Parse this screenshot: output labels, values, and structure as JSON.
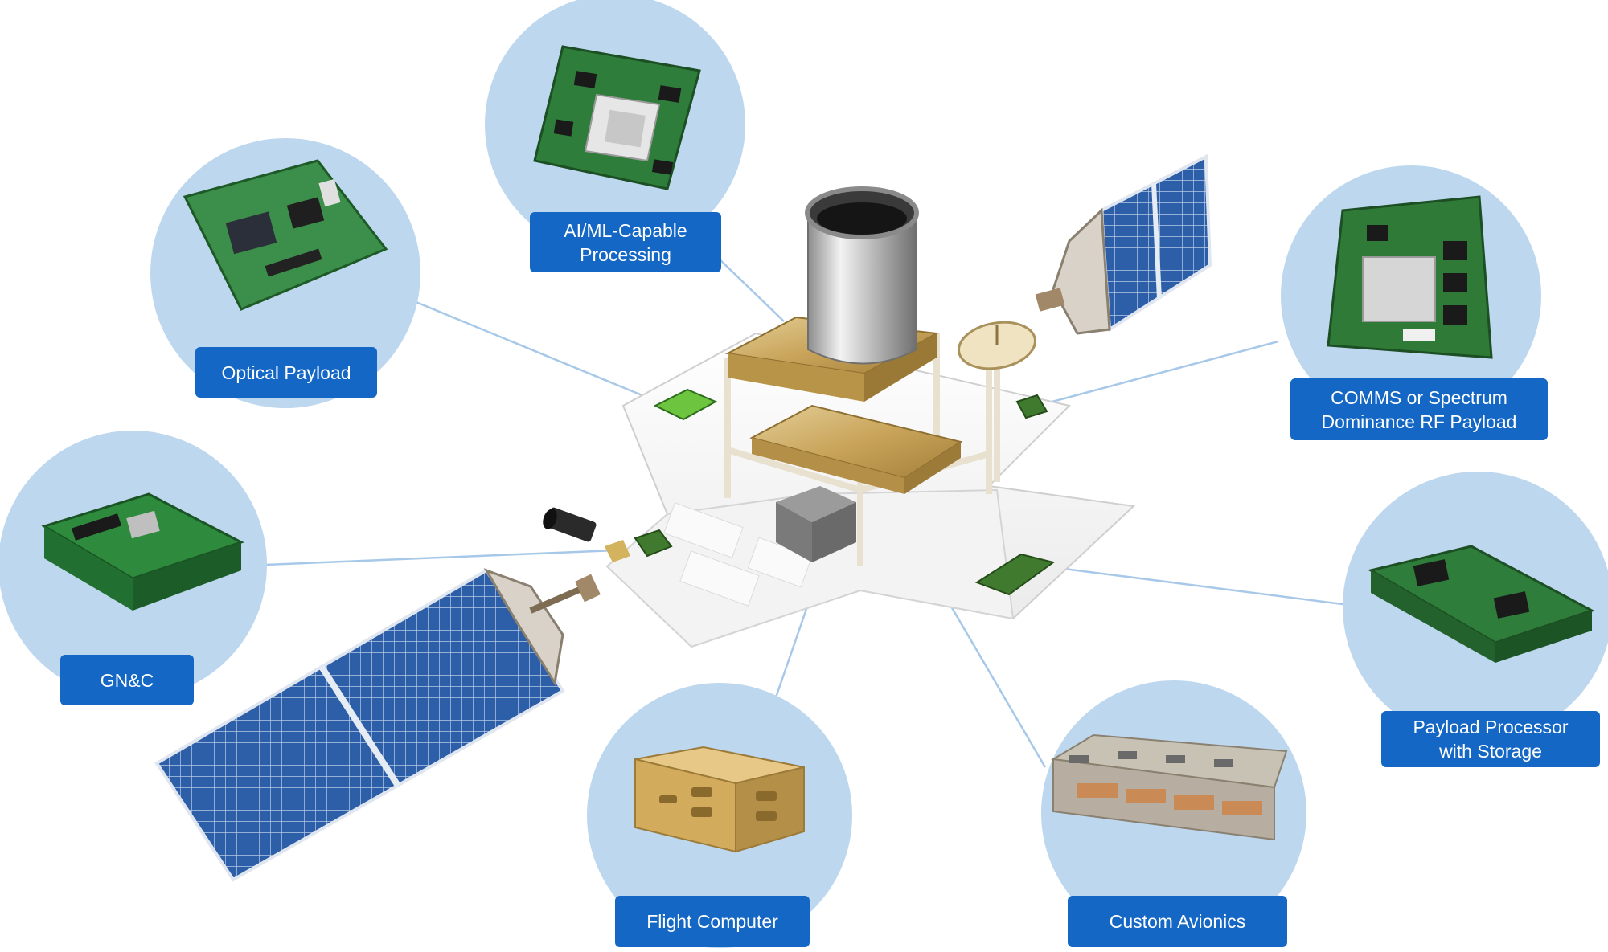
{
  "components": [
    {
      "id": "ai-ml",
      "lines": [
        "AI/ML-Capable",
        "Processing"
      ]
    },
    {
      "id": "optical",
      "lines": [
        "Optical Payload"
      ]
    },
    {
      "id": "comms",
      "lines": [
        "COMMS or Spectrum",
        "Dominance RF Payload"
      ]
    },
    {
      "id": "gnc",
      "lines": [
        "GN&C"
      ]
    },
    {
      "id": "payload-proc",
      "lines": [
        "Payload Processor",
        "with Storage"
      ]
    },
    {
      "id": "flight",
      "lines": [
        "Flight Computer"
      ]
    },
    {
      "id": "avionics",
      "lines": [
        "Custom Avionics"
      ]
    }
  ],
  "colors": {
    "circle": "#bdd7ef",
    "label_bg": "#1467c4",
    "label_text": "#ffffff",
    "connector": "#a7c8e8",
    "pcb_green": "#2f7d3a",
    "solar_blue": "#2d5ea8",
    "gold": "#c9a45a"
  }
}
